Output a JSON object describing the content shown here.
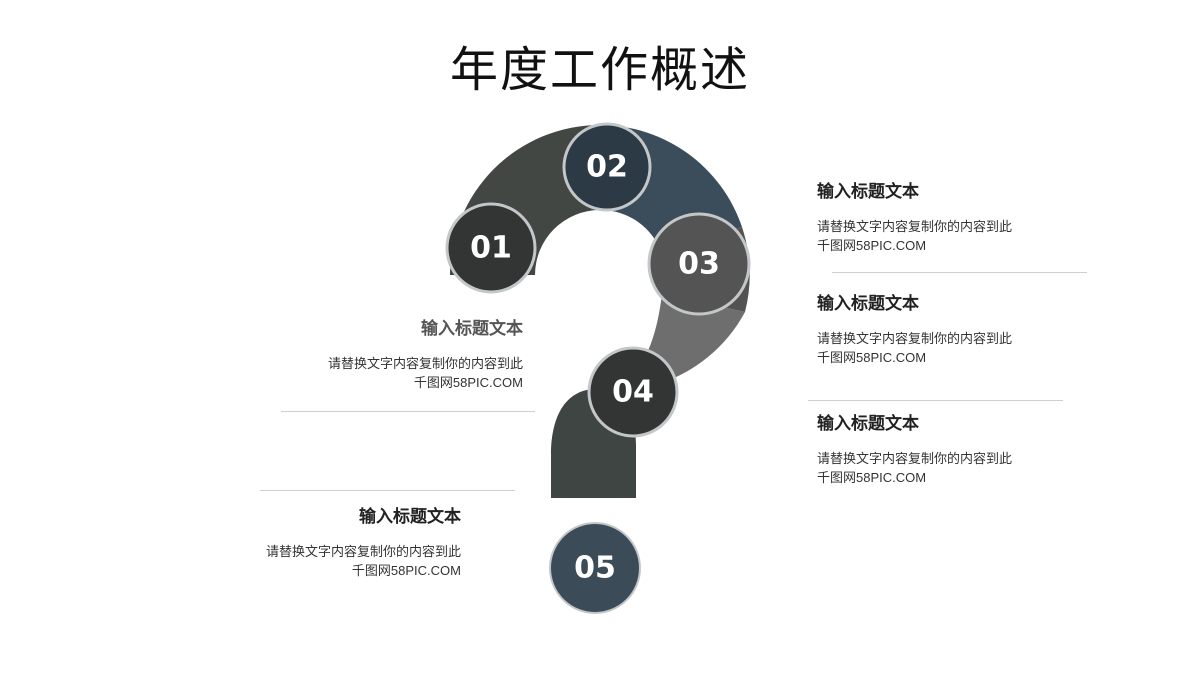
{
  "title": "年度工作概述",
  "colors": {
    "segment_1": "#424744",
    "segment_2": "#3b4d5a",
    "segment_3": "#535353",
    "segment_4": "#6e6e6e",
    "segment_5": "#3e4542",
    "circle_01": "#323534",
    "circle_02": "#2b3a44",
    "circle_03": "#545454",
    "circle_04": "#333534",
    "circle_05": "#3b4c58",
    "circle_ring": "#c4c7c9"
  },
  "steps": [
    {
      "number": "01"
    },
    {
      "number": "02"
    },
    {
      "number": "03"
    },
    {
      "number": "04"
    },
    {
      "number": "05"
    }
  ],
  "blocks": [
    {
      "heading": "输入标题文本",
      "body_line1": "请替换文字内容复制你的内容到此",
      "body_line2": "千图网58PIC.COM"
    },
    {
      "heading": "输入标题文本",
      "body_line1": "请替换文字内容复制你的内容到此",
      "body_line2": "千图网58PIC.COM"
    },
    {
      "heading": "输入标题文本",
      "body_line1": "请替换文字内容复制你的内容到此",
      "body_line2": "千图网58PIC.COM"
    },
    {
      "heading": "输入标题文本",
      "body_line1": "请替换文字内容复制你的内容到此",
      "body_line2": "千图网58PIC.COM"
    },
    {
      "heading": "输入标题文本",
      "body_line1": "请替换文字内容复制你的内容到此",
      "body_line2": "千图网58PIC.COM"
    }
  ]
}
